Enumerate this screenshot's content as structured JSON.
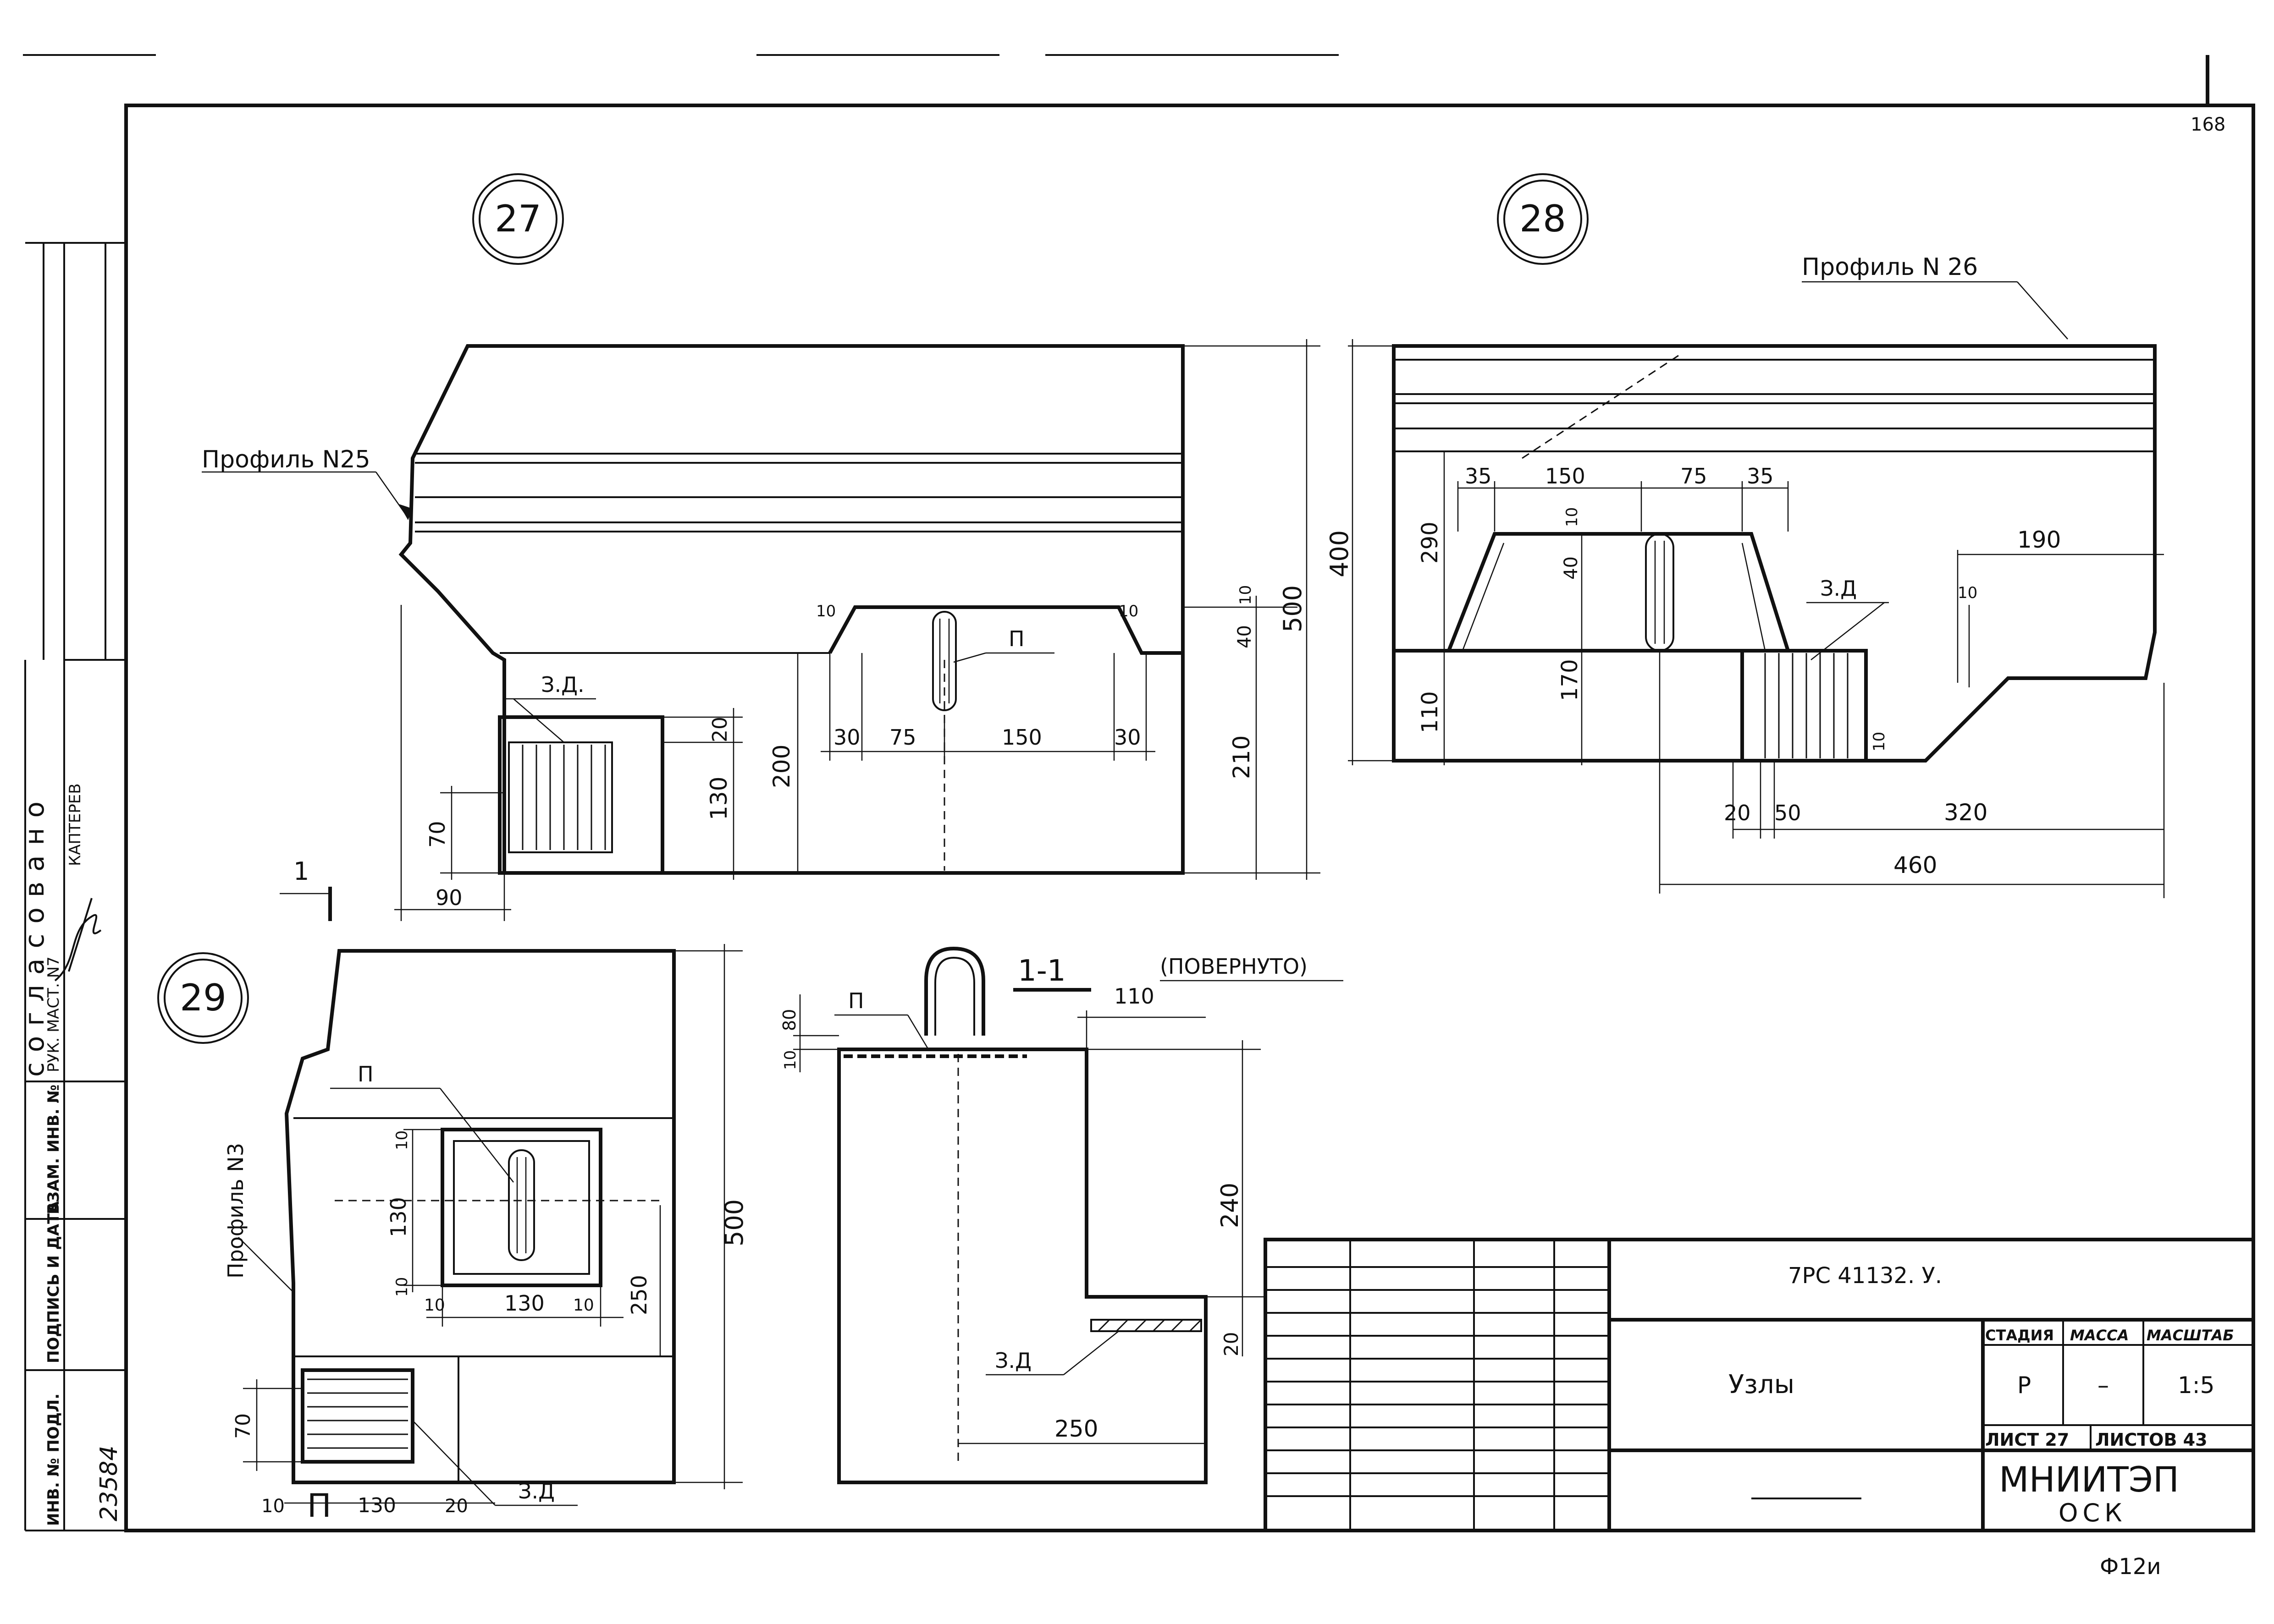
{
  "sheet": {
    "page_corner_number": "168",
    "bottom_code": "Ф12и"
  },
  "left_stamp": {
    "agreed": "согласовано",
    "chief_label": "РУК. МАСТ. N7",
    "chief_name": "КАПТЕРЕВ",
    "rows": [
      "ВЗАМ. ИНВ. №",
      "ПОДПИСЬ И ДАТА",
      "ИНВ. № ПОДЛ."
    ],
    "inv_number": "23584"
  },
  "node27": {
    "number": "27",
    "profile_label": "Профиль N25",
    "zd_label": "З.Д.",
    "p_label": "П",
    "section_mark": "1",
    "dims": {
      "d10a": "10",
      "d10b": "10",
      "d10c": "10",
      "d40": "40",
      "d500": "500",
      "d20": "20",
      "d130": "130",
      "d200": "200",
      "d210": "210",
      "d70": "70",
      "d90": "90",
      "d30a": "30",
      "d75": "75",
      "d150": "150",
      "d30b": "30"
    }
  },
  "node28": {
    "number": "28",
    "profile_label": "Профиль N 26",
    "zd_label": "З.Д",
    "dims": {
      "d35a": "35",
      "d150": "150",
      "d75": "75",
      "d35b": "35",
      "d400": "400",
      "d290": "290",
      "d40": "40",
      "d10a": "10",
      "d190": "190",
      "d10b": "10",
      "d170": "170",
      "d110": "110",
      "d10c": "10",
      "d20": "20",
      "d50": "50",
      "d320": "320",
      "d460": "460"
    }
  },
  "node29": {
    "number": "29",
    "profile_label": "Профиль N3",
    "p_label": "П",
    "p_label_bottom": "П",
    "zd_label": "З.Д",
    "dims": {
      "d10a": "10",
      "d130v": "130",
      "d10b": "10",
      "d10c": "10",
      "d130h": "130",
      "d10d": "10",
      "d250": "250",
      "d500": "500",
      "d70": "70",
      "d10e": "10",
      "d130b": "130",
      "d20": "20"
    }
  },
  "section11": {
    "title": "1-1",
    "note": "(ПОВЕРНУТО)",
    "p_label": "П",
    "zd_label": "З.Д",
    "dims": {
      "d80": "80",
      "d10": "10",
      "d110": "110",
      "d240": "240",
      "d20": "20",
      "d250": "250"
    }
  },
  "title_block": {
    "code": "7РС 41132. У.",
    "title": "Узлы",
    "stage_label": "СТАДИЯ",
    "mass_label": "МАССА",
    "scale_label": "МАСШТАБ",
    "stage": "Р",
    "mass": "–",
    "scale": "1:5",
    "sheet_label": "ЛИСТ 27",
    "sheets_label": "ЛИСТОВ 43",
    "org": "МНИИТЭП",
    "org_sub": "ОСК"
  }
}
